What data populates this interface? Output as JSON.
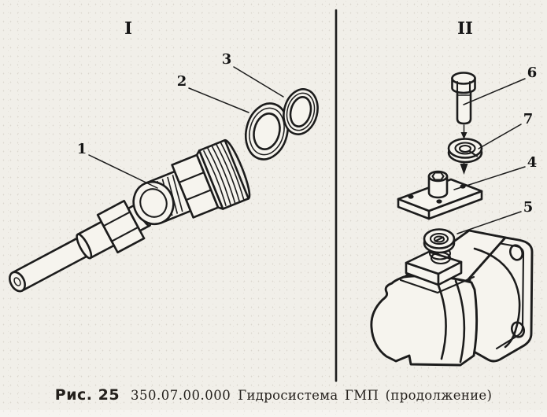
{
  "drawing": {
    "type": "exploded-parts-diagram",
    "caption": {
      "figure": "Рис. 25",
      "number": "350.07.00.000",
      "title": "Гидросистема ГМП (продолжение)"
    },
    "sections": [
      {
        "label": "I",
        "callouts": [
          "1",
          "2",
          "3"
        ]
      },
      {
        "label": "II",
        "callouts": [
          "4",
          "5",
          "6",
          "7"
        ]
      }
    ],
    "colors": {
      "ink": "#1c1c1c",
      "paper": "#f1efe9"
    }
  }
}
